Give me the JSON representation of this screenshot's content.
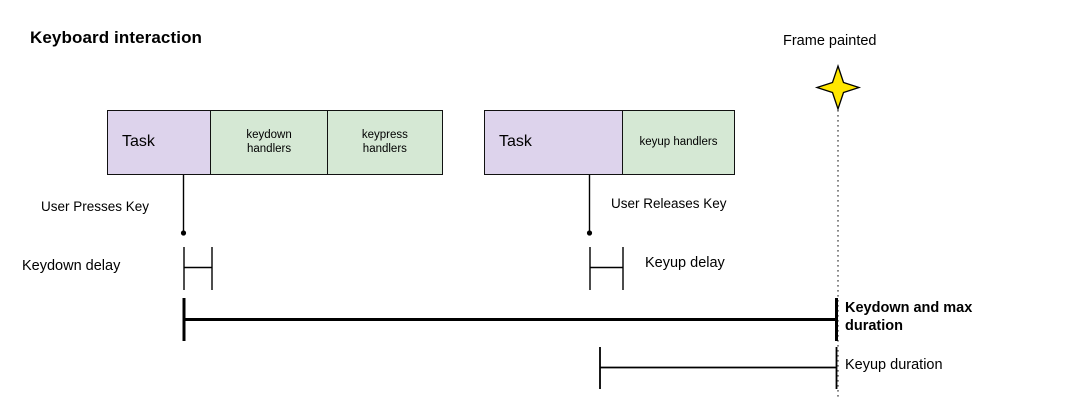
{
  "title": "Keyboard interaction",
  "colors": {
    "task_fill": "#ddd3ec",
    "handler_fill": "#d5e8d4",
    "stroke": "#111111",
    "star_fill": "#ffe600",
    "background": "#ffffff"
  },
  "frame_marker": {
    "label": "Frame painted",
    "icon": "four-point-star-icon"
  },
  "timelines": [
    {
      "id": "keydown-timeline",
      "cells": [
        {
          "label": "Task",
          "kind": "task"
        },
        {
          "label": "keydown\nhandlers",
          "line1": "keydown",
          "line2": "handlers",
          "kind": "handler"
        },
        {
          "label": "keypress\nhandlers",
          "line1": "keypress",
          "line2": "handlers",
          "kind": "handler"
        }
      ],
      "event_label": "User Presses Key",
      "delay_label": "Keydown delay",
      "duration_label": "Keydown and max duration",
      "duration_label_line1": "Keydown and max",
      "duration_label_line2": "duration"
    },
    {
      "id": "keyup-timeline",
      "cells": [
        {
          "label": "Task",
          "kind": "task"
        },
        {
          "label": "keyup handlers",
          "line1": "keyup handlers",
          "line2": "",
          "kind": "handler"
        }
      ],
      "event_label": "User Releases Key",
      "delay_label": "Keyup delay",
      "duration_label": "Keyup duration",
      "duration_label_line1": "Keyup duration",
      "duration_label_line2": ""
    }
  ]
}
